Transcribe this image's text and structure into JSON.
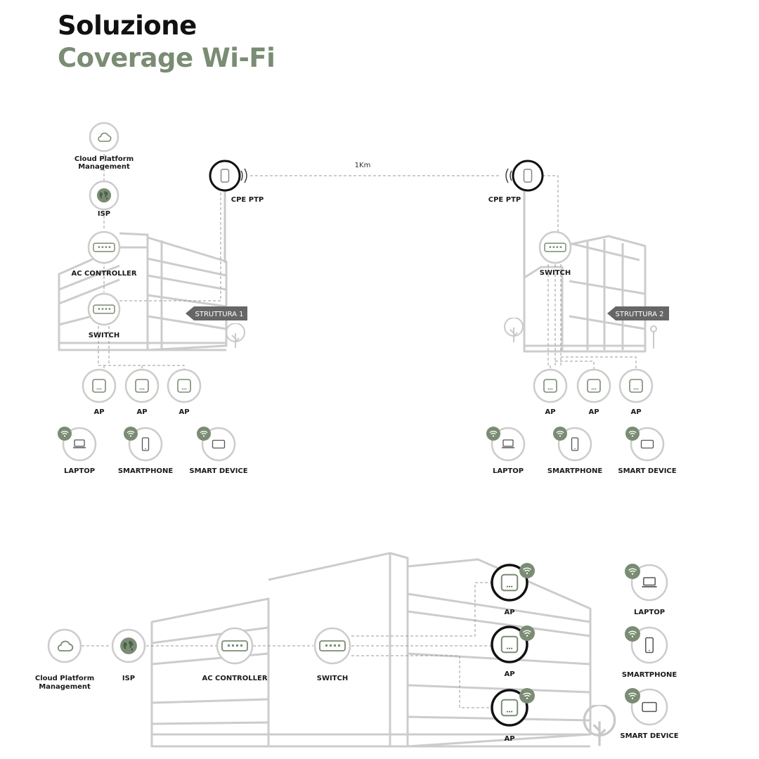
{
  "title": {
    "line1": "Soluzione",
    "line2": "Coverage Wi-Fi"
  },
  "colors": {
    "accent": "#7a8c73",
    "outline": "#c9c9c9",
    "dark": "#111111",
    "tag_bg": "#666666"
  },
  "top": {
    "distance": "1Km",
    "left": {
      "cloud": "Cloud Platform\nManagement",
      "isp": "ISP",
      "controller": "AC CONTROLLER",
      "switch": "SWITCH",
      "cpe": "CPE PTP",
      "structure": "STRUTTURA 1",
      "aps": [
        "AP",
        "AP",
        "AP"
      ],
      "devices": [
        "LAPTOP",
        "SMARTPHONE",
        "SMART DEVICE"
      ]
    },
    "right": {
      "cpe": "CPE PTP",
      "switch": "SWITCH",
      "structure": "STRUTTURA 2",
      "aps": [
        "AP",
        "AP",
        "AP"
      ],
      "devices": [
        "LAPTOP",
        "SMARTPHONE",
        "SMART DEVICE"
      ]
    }
  },
  "bottom": {
    "cloud": "Cloud Platform\nManagement",
    "isp": "ISP",
    "controller": "AC CONTROLLER",
    "switch": "SWITCH",
    "aps": [
      "AP",
      "AP",
      "AP"
    ],
    "devices": [
      "LAPTOP",
      "SMARTPHONE",
      "SMART DEVICE"
    ]
  }
}
